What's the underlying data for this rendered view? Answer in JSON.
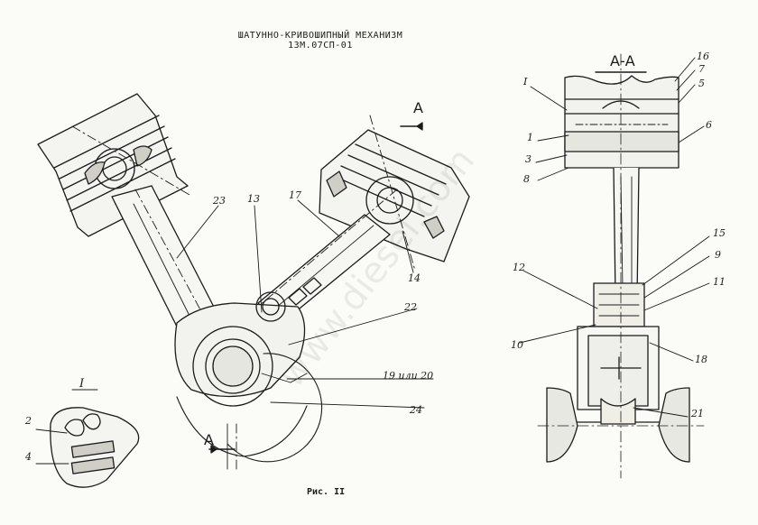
{
  "title": "ШАТУННО-КРИВОШИПНЫЙ МЕХАНИЗМ 13М.07СП-01",
  "figure_caption": "Рис. II",
  "section_marks": {
    "main_top": "А",
    "main_bottom": "А",
    "section_view": "А-А",
    "detail_ref": "I",
    "detail_title": "I"
  },
  "callouts": {
    "c1": "1",
    "c2": "2",
    "c3": "3",
    "c4": "4",
    "c5": "5",
    "c6": "6",
    "c7": "7",
    "c8": "8",
    "c9": "9",
    "c10": "10",
    "c11": "11",
    "c12": "12",
    "c13": "13",
    "c14": "14",
    "c15": "15",
    "c16": "16",
    "c17": "17",
    "c18": "18",
    "c1920": "19 или 20",
    "c21": "21",
    "c22": "22",
    "c23": "23",
    "c24": "24"
  },
  "watermark": "www.diesel.com"
}
